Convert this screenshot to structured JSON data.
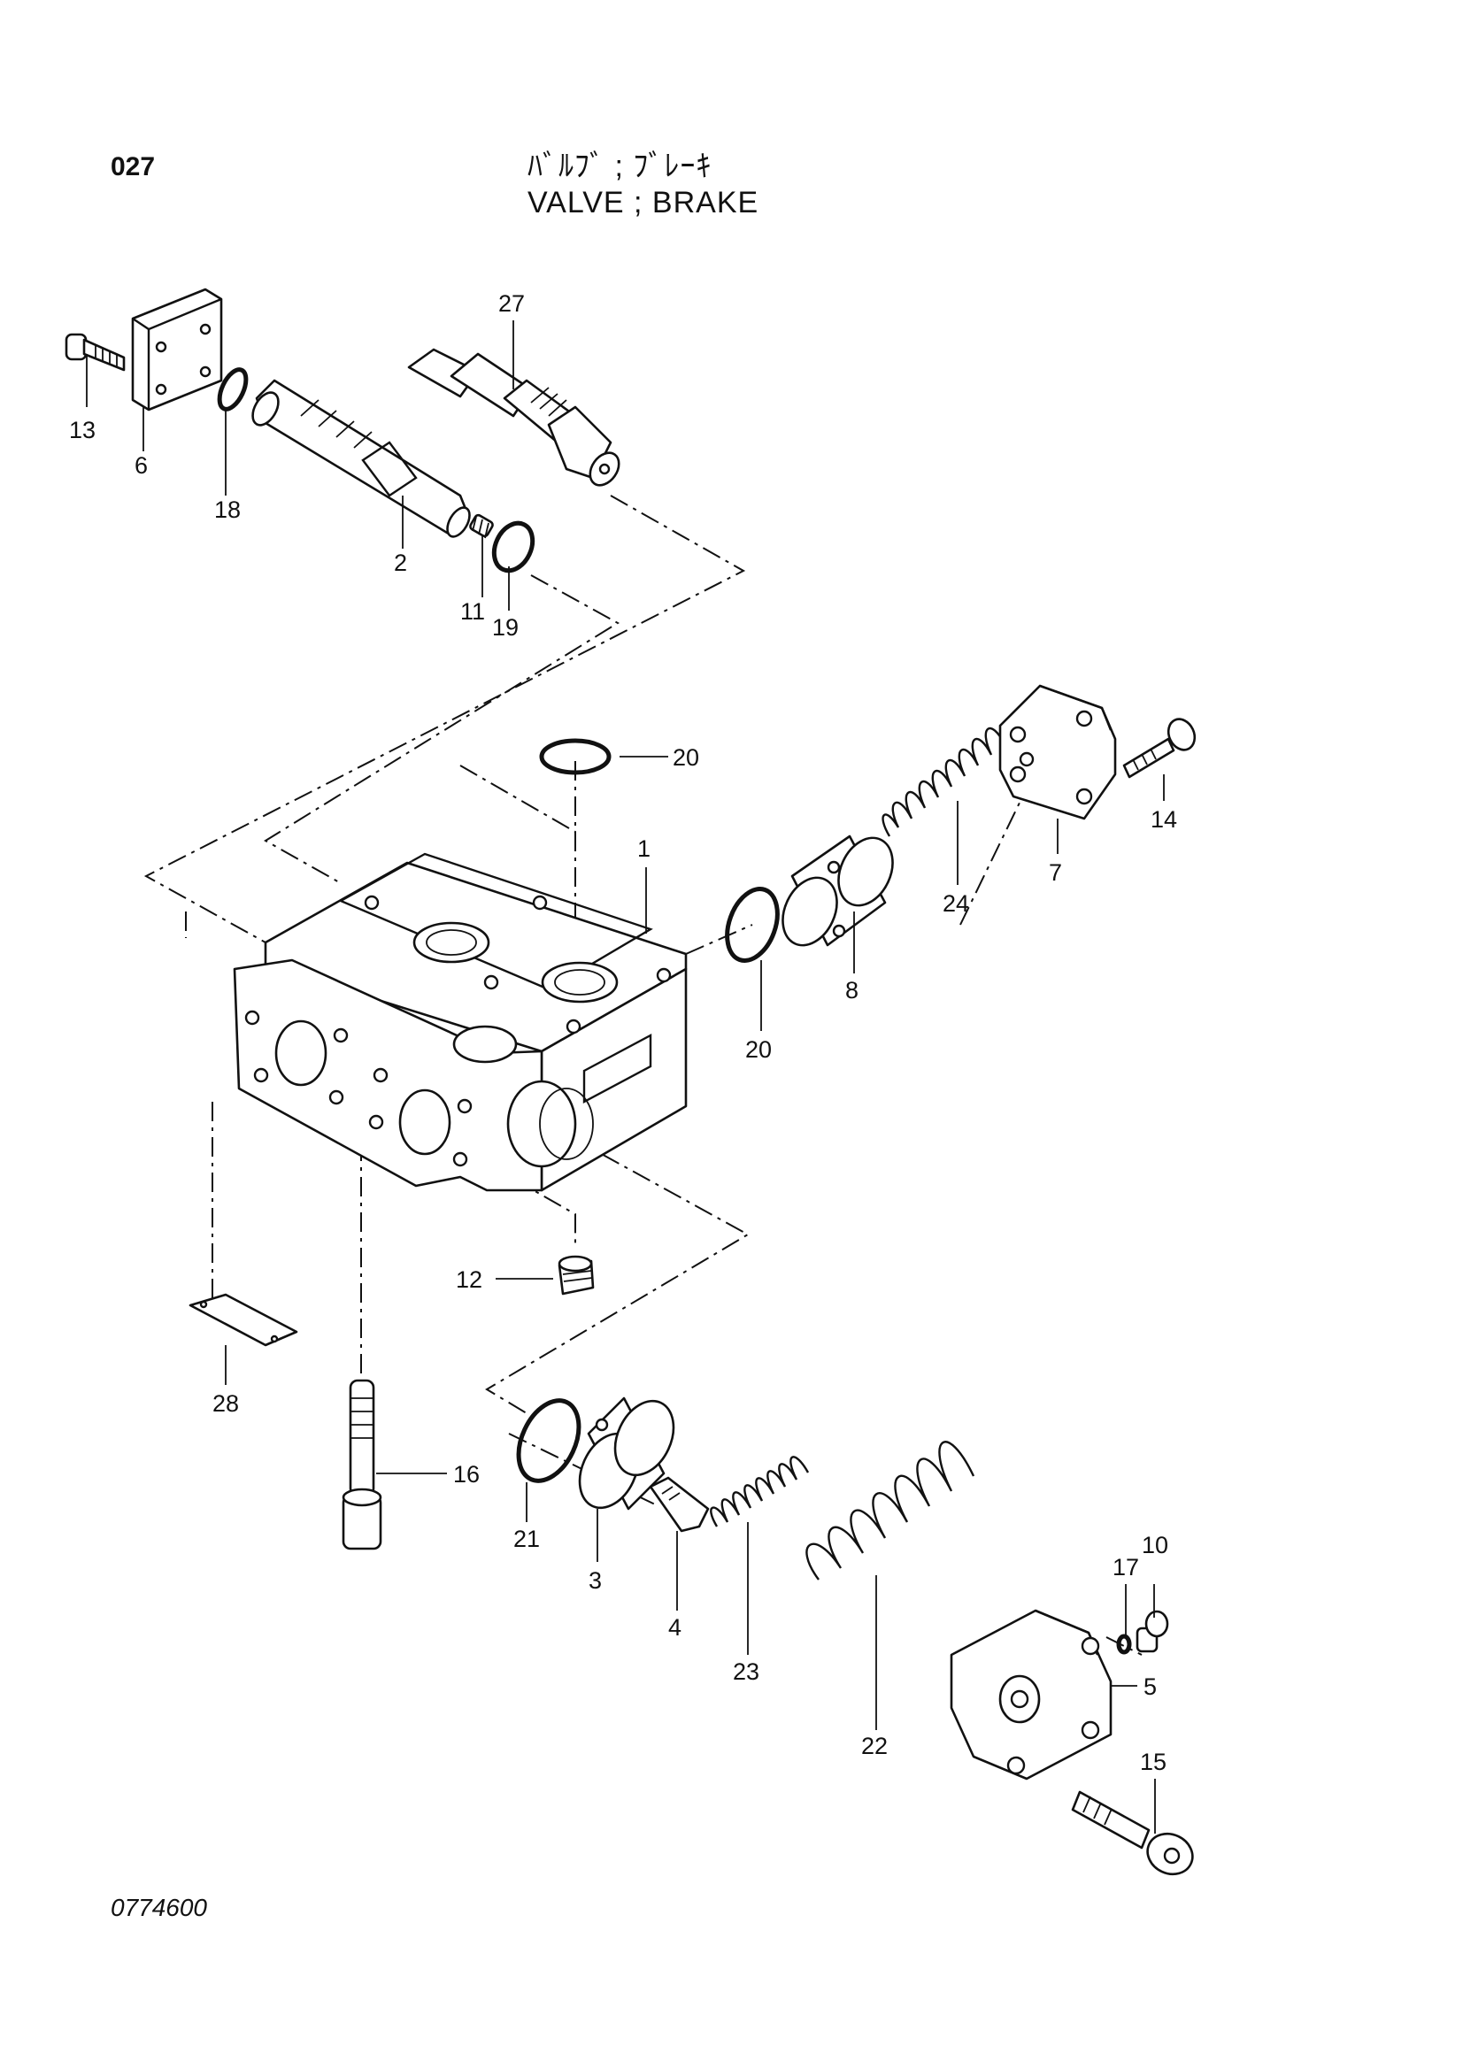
{
  "header": {
    "page_number": "027",
    "title_japanese": "ﾊﾞﾙﾌﾞ ; ﾌﾞﾚｰｷ",
    "title_english": "VALVE ; BRAKE"
  },
  "footer": {
    "drawing_number": "0774600"
  },
  "callouts": {
    "c1": "1",
    "c2": "2",
    "c3": "3",
    "c4": "4",
    "c5": "5",
    "c6": "6",
    "c7": "7",
    "c8": "8",
    "c10": "10",
    "c11": "11",
    "c12": "12",
    "c13": "13",
    "c14": "14",
    "c15": "15",
    "c16": "16",
    "c17": "17",
    "c18": "18",
    "c19": "19",
    "c20a": "20",
    "c20b": "20",
    "c21": "21",
    "c22": "22",
    "c23": "23",
    "c24": "24",
    "c27": "27",
    "c28": "28"
  }
}
